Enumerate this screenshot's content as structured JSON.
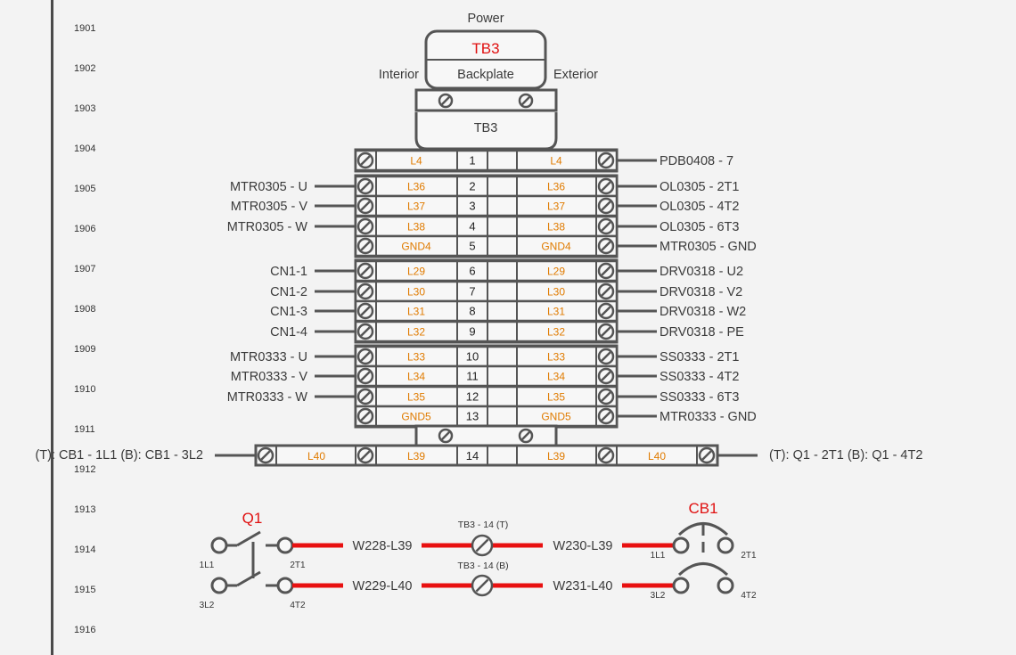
{
  "line_numbers": [
    "1901",
    "1902",
    "1903",
    "1904",
    "1905",
    "1906",
    "1907",
    "1908",
    "1909",
    "1910",
    "1911",
    "1912",
    "1913",
    "1914",
    "1915",
    "1916"
  ],
  "header": {
    "power": "Power",
    "tb_title": "TB3",
    "backplate": "Backplate",
    "interior": "Interior",
    "exterior": "Exterior",
    "tb_sub": "TB3"
  },
  "rows": [
    {
      "num": "1",
      "left_wire": "L4",
      "right_wire": "L4",
      "left_dest": "",
      "right_dest": "PDB0408 - 7"
    },
    {
      "num": "2",
      "left_wire": "L36",
      "right_wire": "L36",
      "left_dest": "MTR0305 - U",
      "right_dest": "OL0305 - 2T1"
    },
    {
      "num": "3",
      "left_wire": "L37",
      "right_wire": "L37",
      "left_dest": "MTR0305 - V",
      "right_dest": "OL0305 - 4T2"
    },
    {
      "num": "4",
      "left_wire": "L38",
      "right_wire": "L38",
      "left_dest": "MTR0305 - W",
      "right_dest": "OL0305 - 6T3"
    },
    {
      "num": "5",
      "left_wire": "GND4",
      "right_wire": "GND4",
      "left_dest": "",
      "right_dest": "MTR0305 - GND"
    },
    {
      "num": "6",
      "left_wire": "L29",
      "right_wire": "L29",
      "left_dest": "CN1-1",
      "right_dest": "DRV0318 - U2"
    },
    {
      "num": "7",
      "left_wire": "L30",
      "right_wire": "L30",
      "left_dest": "CN1-2",
      "right_dest": "DRV0318 - V2"
    },
    {
      "num": "8",
      "left_wire": "L31",
      "right_wire": "L31",
      "left_dest": "CN1-3",
      "right_dest": "DRV0318 - W2"
    },
    {
      "num": "9",
      "left_wire": "L32",
      "right_wire": "L32",
      "left_dest": "CN1-4",
      "right_dest": "DRV0318 - PE"
    },
    {
      "num": "10",
      "left_wire": "L33",
      "right_wire": "L33",
      "left_dest": "MTR0333 - U",
      "right_dest": "SS0333 - 2T1"
    },
    {
      "num": "11",
      "left_wire": "L34",
      "right_wire": "L34",
      "left_dest": "MTR0333 - V",
      "right_dest": "SS0333 - 4T2"
    },
    {
      "num": "12",
      "left_wire": "L35",
      "right_wire": "L35",
      "left_dest": "MTR0333 - W",
      "right_dest": "SS0333 - 6T3"
    },
    {
      "num": "13",
      "left_wire": "GND5",
      "right_wire": "GND5",
      "left_dest": "",
      "right_dest": "MTR0333 - GND"
    }
  ],
  "row14": {
    "num": "14",
    "outer_left_wire": "L40",
    "left_wire": "L39",
    "right_wire": "L39",
    "outer_right_wire": "L40",
    "left_dest": "(T): CB1 - 1L1  (B): CB1 - 3L2",
    "right_dest": "(T): Q1 - 2T1  (B): Q1 - 4T2"
  },
  "schematic": {
    "q1": {
      "name": "Q1",
      "t1": "1L1",
      "t2": "3L2",
      "t3": "2T1",
      "t4": "4T2"
    },
    "cb1": {
      "name": "CB1",
      "t1": "1L1",
      "t2": "3L2",
      "t3": "2T1",
      "t4": "4T2"
    },
    "wire_top_left": "W228-L39",
    "wire_bot_left": "W229-L40",
    "wire_top_right": "W230-L39",
    "wire_bot_right": "W231-L40",
    "tb_top": "TB3 - 14 (T)",
    "tb_bot": "TB3 - 14 (B)"
  },
  "colors": {
    "wire_red": "#e81010",
    "wire_label": "#e07b00",
    "outline": "#555555",
    "title_red": "#e01010"
  }
}
